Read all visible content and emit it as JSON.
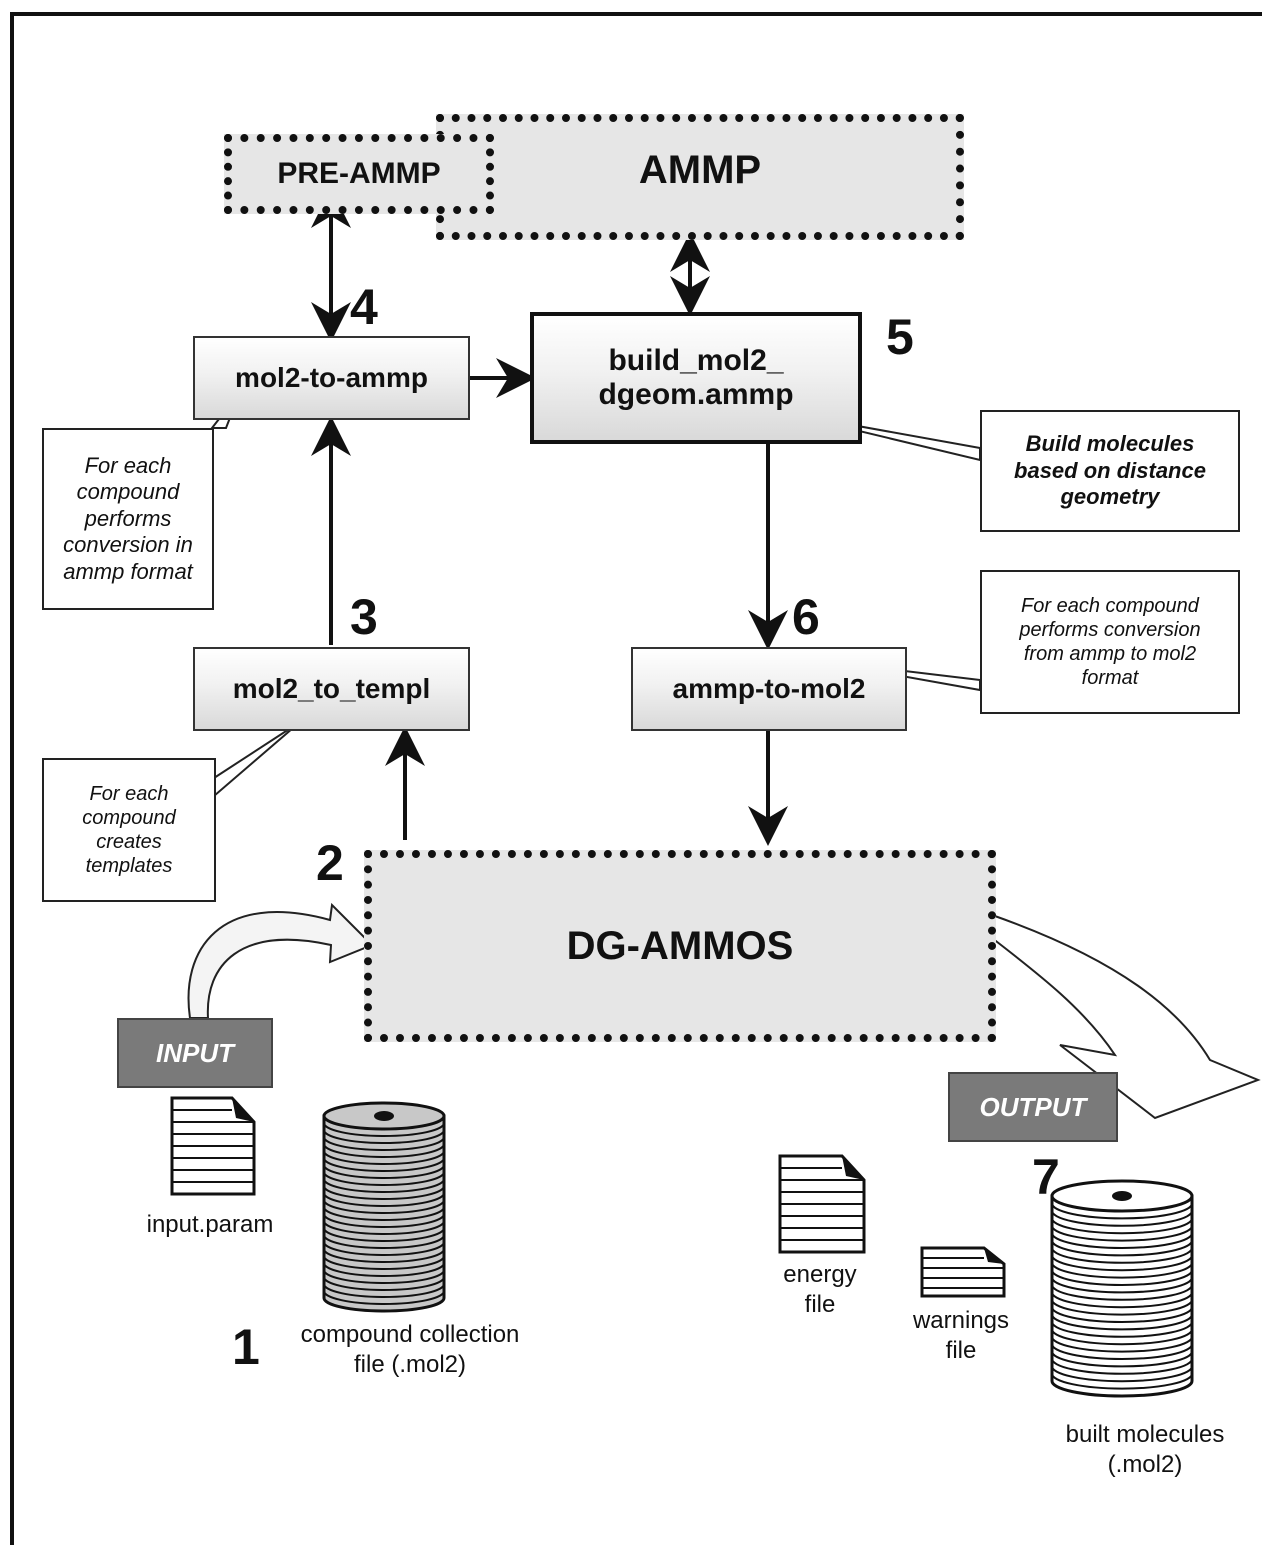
{
  "nodes": {
    "pre_ammp": "PRE-AMMP",
    "ammp": "AMMP",
    "mol2_to_ammp": "mol2-to-ammp",
    "build_line1": "build_mol2_",
    "build_line2": "dgeom.ammp",
    "mol2_to_templ": "mol2_to_templ",
    "ammp_to_mol2": "ammp-to-mol2",
    "dg_ammos": "DG-AMMOS"
  },
  "steps": [
    "1",
    "2",
    "3",
    "4",
    "5",
    "6",
    "7"
  ],
  "callouts": {
    "mol2_to_ammp": [
      "For each",
      "compound",
      "performs",
      "conversion in",
      "ammp format"
    ],
    "build": [
      "Build molecules",
      "based on distance",
      "geometry"
    ],
    "ammp_to_mol2": [
      "For each compound",
      "performs conversion",
      "from ammp to mol2",
      "format"
    ],
    "mol2_to_templ": [
      "For each",
      "compound",
      "creates",
      "templates"
    ]
  },
  "tags": {
    "input": "INPUT",
    "output": "OUTPUT"
  },
  "files": {
    "input_param": "input.param",
    "compound_collection": [
      "compound collection",
      "file (.mol2)"
    ],
    "energy": [
      "energy",
      "file"
    ],
    "warnings": [
      "warnings",
      "file"
    ],
    "built": [
      "built molecules",
      "(.mol2)"
    ]
  }
}
